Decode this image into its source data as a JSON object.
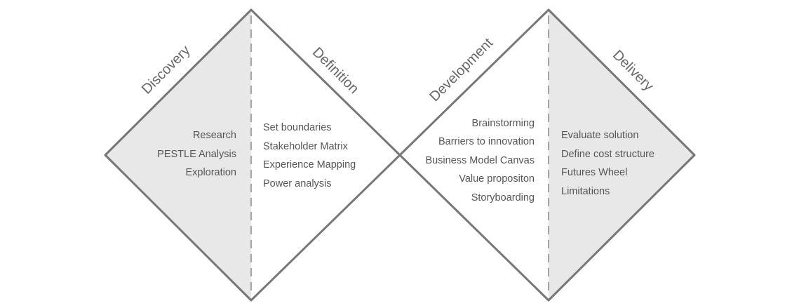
{
  "colors": {
    "outline": "#777777",
    "fill_shaded": "#e8e8e8",
    "fill_clear": "#ffffff",
    "divider": "#888888",
    "title_text": "#666666",
    "item_text": "#555555"
  },
  "phases": [
    {
      "title": "Discovery",
      "items": [
        "Research",
        "PESTLE Analysis",
        "Exploration"
      ]
    },
    {
      "title": "Definition",
      "items": [
        "Set boundaries",
        "Stakeholder Matrix",
        "Experience Mapping",
        "Power analysis"
      ]
    },
    {
      "title": "Development",
      "items": [
        "Brainstorming",
        "Barriers to innovation",
        "Business Model Canvas",
        "Value propositon",
        "Storyboarding"
      ]
    },
    {
      "title": "Delivery",
      "items": [
        "Evaluate solution",
        "Define cost structure",
        "Futures Wheel",
        "Limitations"
      ]
    }
  ]
}
